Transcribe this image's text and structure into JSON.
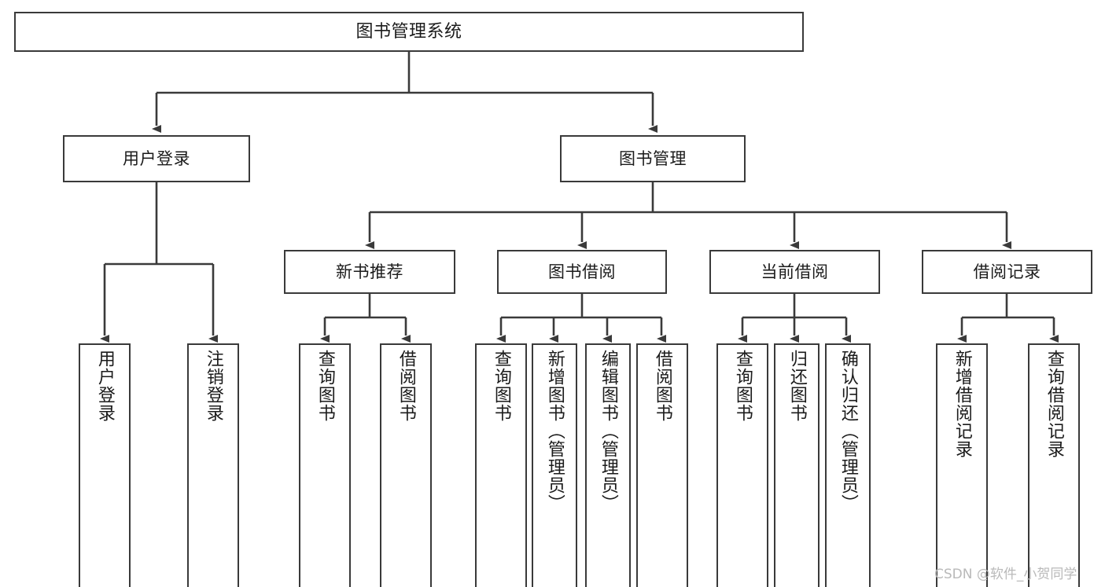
{
  "diagram": {
    "title": "图书管理系统",
    "type": "tree",
    "background_color": "#ffffff",
    "line_color": "#3a3a3a",
    "text_color": "#1b1b1b"
  },
  "nodes": {
    "root": {
      "label": "图书管理系统"
    },
    "level2": [
      {
        "label": "用户登录"
      },
      {
        "label": "图书管理"
      }
    ],
    "level3": [
      {
        "label": "新书推荐"
      },
      {
        "label": "图书借阅"
      },
      {
        "label": "当前借阅"
      },
      {
        "label": "借阅记录"
      }
    ],
    "leaves_user_login": [
      {
        "label": "用户登录"
      },
      {
        "label": "注销登录"
      }
    ],
    "leaves_new_book": [
      {
        "label": "查询图书"
      },
      {
        "label": "借阅图书"
      }
    ],
    "leaves_borrow": [
      {
        "label": "查询图书"
      },
      {
        "label": "新增图书（管理员）"
      },
      {
        "label": "编辑图书（管理员）"
      },
      {
        "label": "借阅图书"
      }
    ],
    "leaves_current": [
      {
        "label": "查询图书"
      },
      {
        "label": "归还图书"
      },
      {
        "label": "确认归还（管理员）"
      }
    ],
    "leaves_records": [
      {
        "label": "新增借阅记录"
      },
      {
        "label": "查询借阅记录"
      }
    ]
  },
  "watermark": {
    "text": "CSDN @软件_小贺同学"
  }
}
